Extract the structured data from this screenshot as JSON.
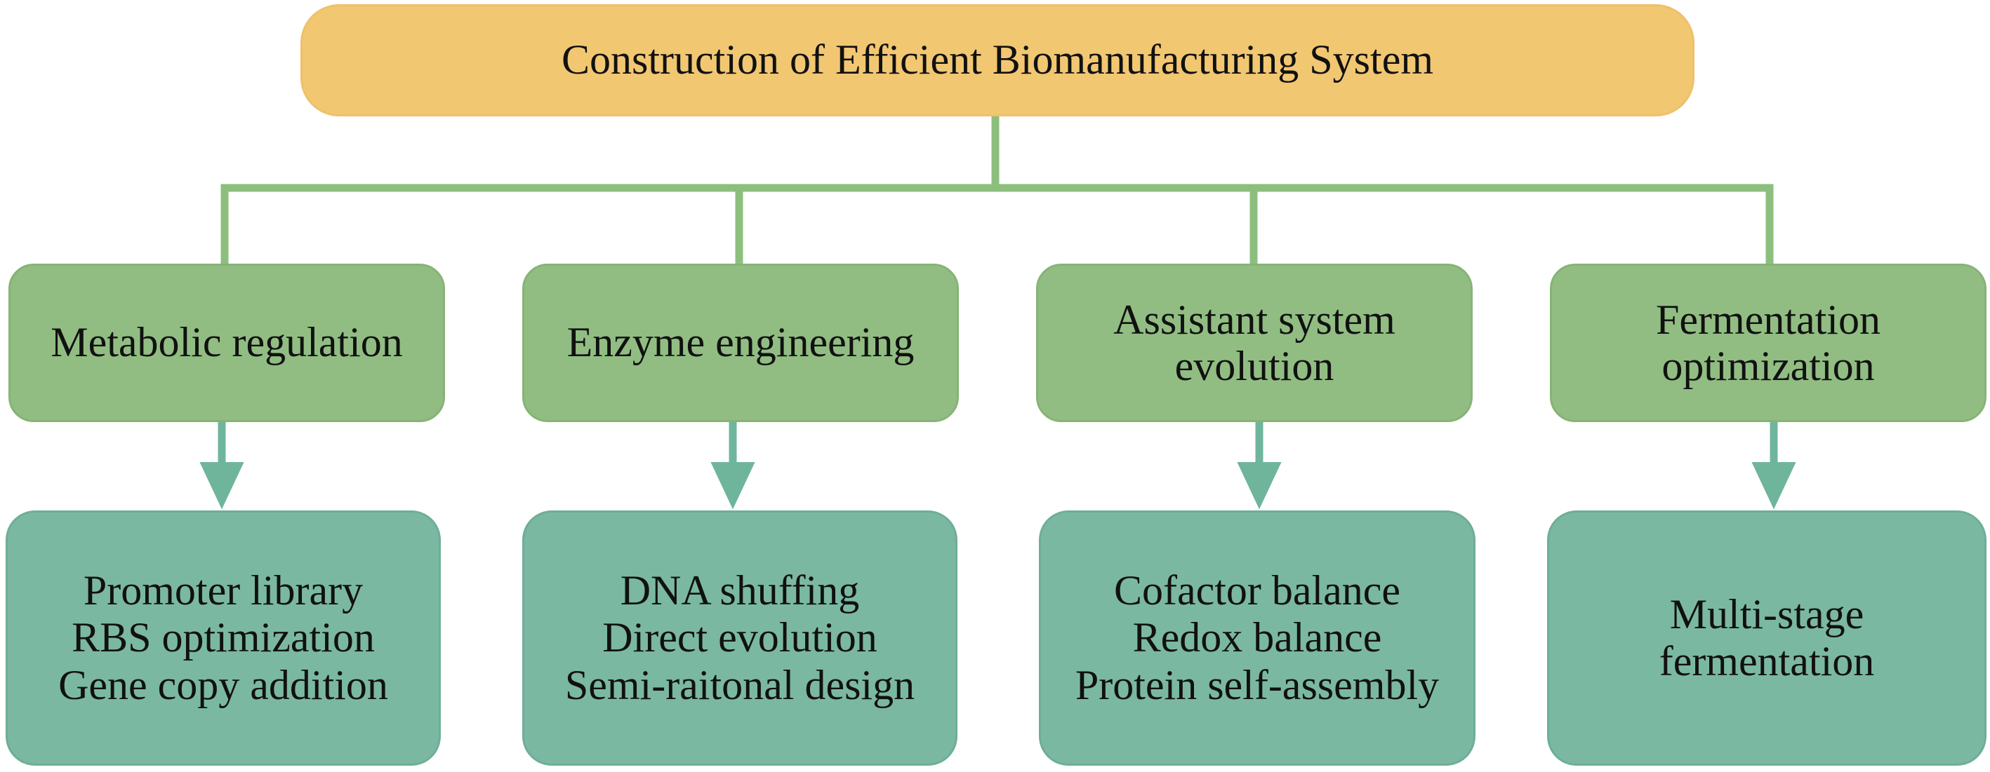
{
  "root": {
    "label": "Construction of Efficient Biomanufacturing System",
    "fill": "#f2c772"
  },
  "categories": [
    {
      "lines": [
        "Metabolic regulation"
      ]
    },
    {
      "lines": [
        "Enzyme engineering"
      ]
    },
    {
      "lines": [
        "Assistant system",
        "evolution"
      ]
    },
    {
      "lines": [
        "Fermentation",
        "optimization"
      ]
    }
  ],
  "details": [
    {
      "lines": [
        "Promoter library",
        "RBS optimization",
        "Gene copy addition"
      ]
    },
    {
      "lines": [
        "DNA shuffing",
        "Direct evolution",
        "Semi-raitonal design"
      ]
    },
    {
      "lines": [
        "Cofactor balance",
        "Redox balance",
        "Protein self-assembly"
      ]
    },
    {
      "lines": [
        "Multi-stage",
        "fermentation"
      ]
    }
  ],
  "colors": {
    "connector": "#8cbf7e",
    "arrow": "#6fb59c",
    "category_fill": "#91bd82",
    "detail_fill": "#7bb8a2"
  }
}
